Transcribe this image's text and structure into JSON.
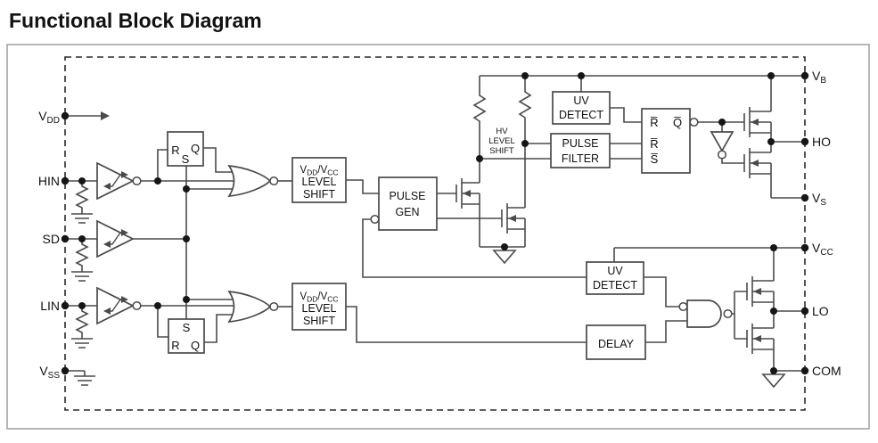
{
  "title": "Functional Block Diagram",
  "colors": {
    "wire": "#4a4a4a",
    "text": "#111111",
    "dot": "#161616",
    "dashed_border": "#2a2a2a",
    "outer_border": "#9e9e9e",
    "background": "#ffffff"
  },
  "pins": {
    "left": [
      {
        "id": "vdd",
        "main": "V",
        "sub": "DD"
      },
      {
        "id": "hin",
        "main": "HIN",
        "sub": ""
      },
      {
        "id": "sd",
        "main": "SD",
        "sub": ""
      },
      {
        "id": "lin",
        "main": "LIN",
        "sub": ""
      },
      {
        "id": "vss",
        "main": "V",
        "sub": "SS"
      }
    ],
    "right": [
      {
        "id": "vb",
        "main": "V",
        "sub": "B"
      },
      {
        "id": "ho",
        "main": "HO",
        "sub": ""
      },
      {
        "id": "vs",
        "main": "V",
        "sub": "S"
      },
      {
        "id": "vcc",
        "main": "V",
        "sub": "CC"
      },
      {
        "id": "lo",
        "main": "LO",
        "sub": ""
      },
      {
        "id": "com",
        "main": "COM",
        "sub": ""
      }
    ]
  },
  "blocks": {
    "uv_detect_high": {
      "line1": "UV",
      "line2": "DETECT"
    },
    "pulse_filter": {
      "line1": "PULSE",
      "line2": "FILTER"
    },
    "pulse_gen": {
      "line1": "PULSE",
      "line2": "GEN"
    },
    "uv_detect_low": {
      "line1": "UV",
      "line2": "DETECT"
    },
    "delay": {
      "line1": "DELAY"
    },
    "level_shift_high": {
      "v1": "V",
      "s1": "DD",
      "v2": "/V",
      "s2": "CC",
      "line2": "LEVEL",
      "line3": "SHIFT"
    },
    "level_shift_low": {
      "v1": "V",
      "s1": "DD",
      "v2": "/V",
      "s2": "CC",
      "line2": "LEVEL",
      "line3": "SHIFT"
    },
    "hv_level_shift": {
      "line1": "HV",
      "line2": "LEVEL",
      "line3": "SHIFT"
    }
  },
  "latches": {
    "hs_input": {
      "r": "R",
      "s": "S",
      "q": "Q"
    },
    "ls_input": {
      "s": "S",
      "r": "R",
      "q": "Q"
    },
    "output": {
      "rbar1": "R̅",
      "rbar2": "R̅",
      "sbar": "S̅",
      "qbar": "Q̅"
    }
  }
}
